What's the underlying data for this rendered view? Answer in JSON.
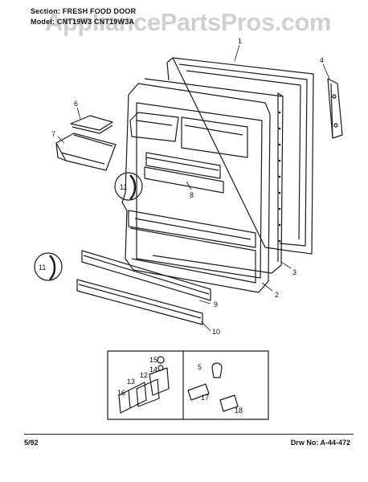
{
  "header": {
    "section": "Section:  FRESH FOOD DOOR",
    "model": "Model: CNT19W3 CNT19W3A"
  },
  "watermark": "AppliancePartsPros.com",
  "footer": {
    "date": "5/92",
    "drawing": "Drw No:  A-44-472"
  },
  "callouts": [
    "1",
    "2",
    "3",
    "4",
    "5",
    "6",
    "7",
    "8",
    "9",
    "10",
    "11",
    "11",
    "12",
    "13",
    "14",
    "15",
    "16",
    "17",
    "18"
  ],
  "colors": {
    "line": "#1a1a1a",
    "background": "#ffffff",
    "watermark": "#969696"
  }
}
